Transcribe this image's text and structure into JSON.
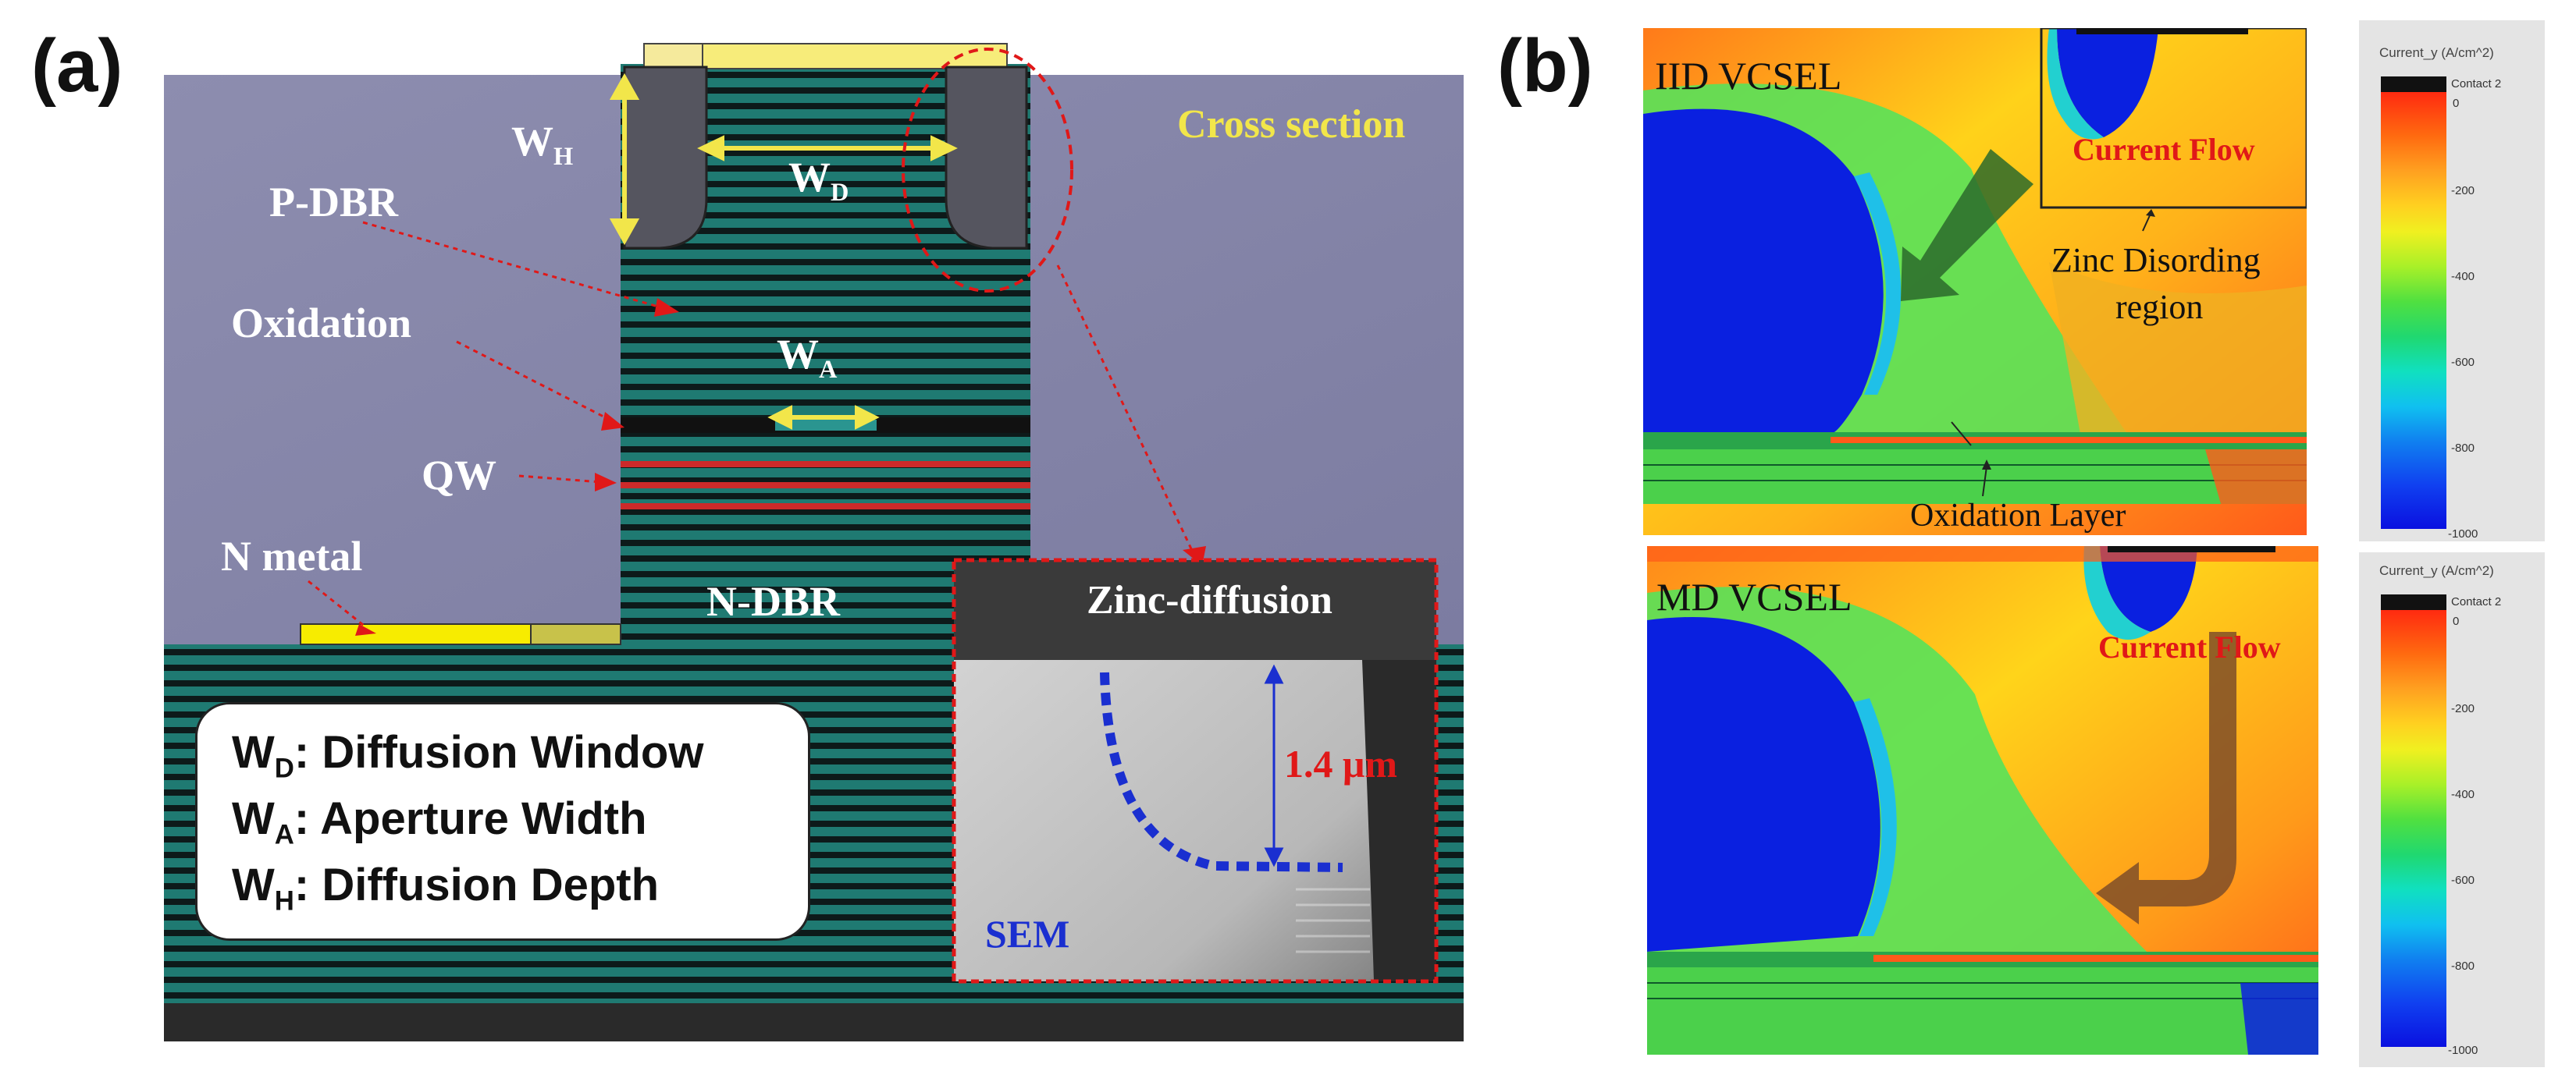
{
  "panel_a": {
    "label": "(a)",
    "cross_section": "Cross section",
    "wh": "W",
    "wh_sub": "H",
    "wd": "W",
    "wd_sub": "D",
    "wa": "W",
    "wa_sub": "A",
    "p_dbr": "P-DBR",
    "oxidation": "Oxidation",
    "qw": "QW",
    "n_metal": "N metal",
    "n_dbr": "N-DBR",
    "legend": [
      {
        "sym": "W",
        "sub": "D",
        "text": ": Diffusion Window"
      },
      {
        "sym": "W",
        "sub": "A",
        "text": ":  Aperture Width"
      },
      {
        "sym": "W",
        "sub": "H",
        "text": ": Diffusion Depth"
      }
    ],
    "inset": {
      "title": "Zinc-diffusion",
      "depth": "1.4 μm",
      "sem": "SEM"
    }
  },
  "panel_b": {
    "label": "(b)",
    "top": {
      "title": "IID VCSEL",
      "current_flow": "Current Flow",
      "zinc_region_1": "Zinc Disording",
      "zinc_region_2": "region",
      "oxidation_layer": "Oxidation Layer"
    },
    "bottom": {
      "title": "MD VCSEL",
      "current_flow": "Current Flow"
    },
    "colorbar": {
      "title": "Current_y (A/cm^2)",
      "contact": "Contact 2",
      "ticks": [
        "0",
        "-200",
        "-400",
        "-600",
        "-800",
        "-1000"
      ]
    }
  },
  "colors": {
    "background_gray": "#8a8aac",
    "dbr_teal": "#1f7a72",
    "highlight_yellow": "#f2e64a",
    "arrow_red": "#e01818",
    "metal_yellow": "#f7ec7a"
  }
}
